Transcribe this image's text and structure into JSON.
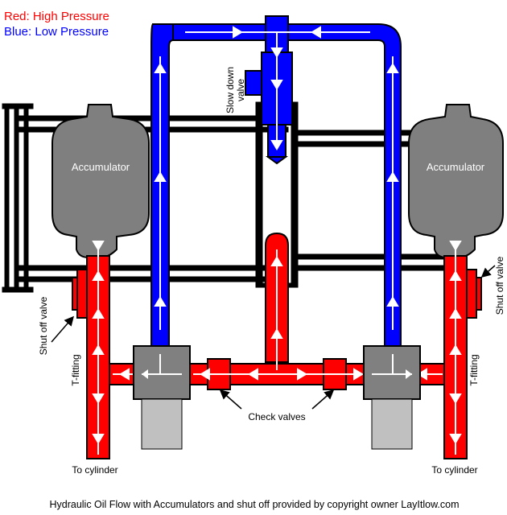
{
  "legend": {
    "high": "Red: High Pressure",
    "low": "Blue: Low Pressure"
  },
  "colors": {
    "high_pressure": "#ff0000",
    "low_pressure": "#0000ff",
    "accumulator": "#7f7f7f",
    "fitting": "#808080",
    "cylinder": "#c0c0c0",
    "frame": "#000000"
  },
  "labels": {
    "accumulator_left": "Accumulator",
    "accumulator_right": "Accumulator",
    "slow_down_valve_line1": "Slow down",
    "slow_down_valve_line2": "valve",
    "shut_off_valve_left": "Shut off valve",
    "shut_off_valve_right": "Shut off valve",
    "t_fitting_left": "T-fitting",
    "t_fitting_right": "T-fitting",
    "check_valves": "Check valves",
    "to_cylinder_left": "To cylinder",
    "to_cylinder_right": "To cylinder"
  },
  "caption": "Hydraulic Oil Flow with Accumulators and shut off provided by copyright owner LayItlow.com"
}
